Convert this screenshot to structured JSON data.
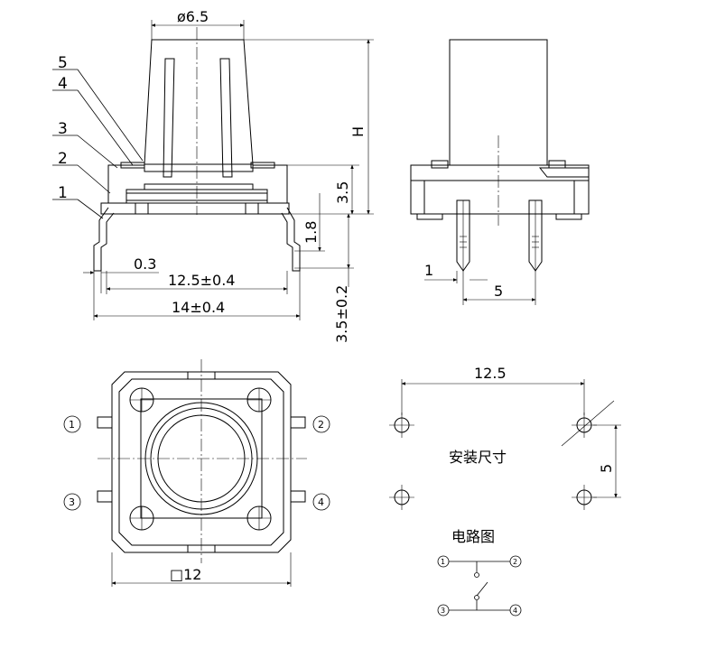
{
  "drawing": {
    "dims": {
      "cap_dia": "ø6.5",
      "height": "H",
      "body_h": "3.5",
      "lead_h": "1.8",
      "lead_gap": "0.3",
      "span_inner": "12.5±0.4",
      "span_outer": "14±0.4",
      "lead_len": "3.5±0.2",
      "pin_w": "1",
      "pin_pitch": "5",
      "body_sq": "□12",
      "mount_x": "12.5",
      "mount_y": "5"
    },
    "callouts": [
      "1",
      "2",
      "3",
      "4",
      "5"
    ],
    "pins": [
      "1",
      "2",
      "3",
      "4"
    ],
    "labels": {
      "mounting": "安装尺寸",
      "circuit": "电路图"
    }
  }
}
